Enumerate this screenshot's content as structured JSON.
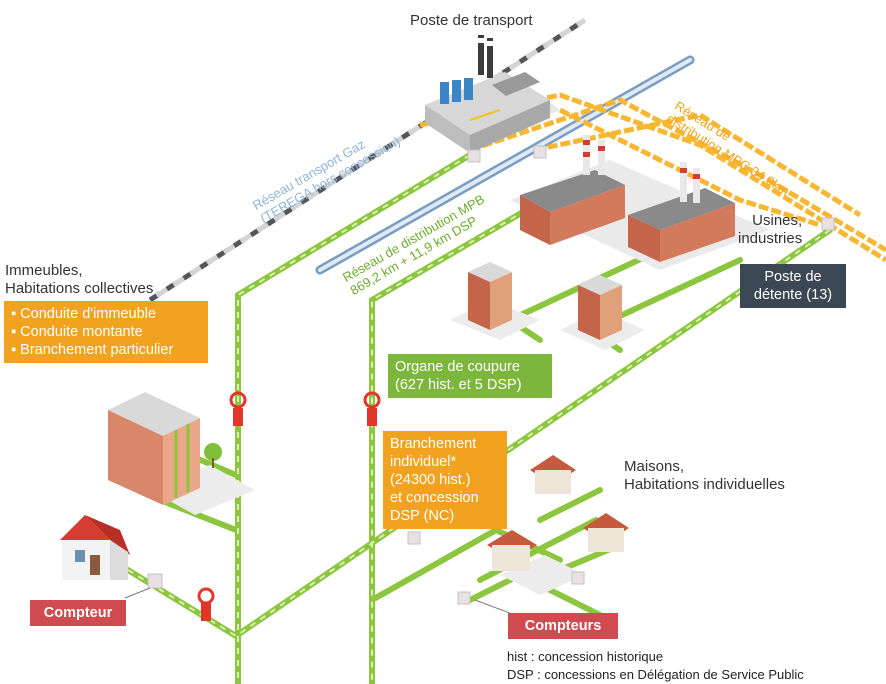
{
  "title": "Poste de transport",
  "labels": {
    "immeubles": [
      "Immeubles,",
      "Habitations collectives"
    ],
    "maisons": [
      "Maisons,",
      "Habitations individuelles"
    ],
    "usines": [
      "Usines,",
      "industries"
    ]
  },
  "network_labels": {
    "transport_gaz": [
      "Réseau transport Gaz",
      "(TEREGA hors concession)"
    ],
    "distribution_mpb": [
      "Réseau de distribution MPB",
      "869,2 km + 11,9 km DSP"
    ],
    "distribution_mpc": [
      "Réseau de",
      "distribution MPC 34,9km"
    ]
  },
  "callouts": {
    "immeuble_list": [
      "Conduite d'immeuble",
      "Conduite montante",
      "Branchement particulier"
    ],
    "organe": [
      "Organe de coupure",
      "(627 hist. et 5 DSP)"
    ],
    "branchement": [
      "Branchement",
      "individuel*",
      "(24300 hist.)",
      "et concession",
      "DSP (NC)"
    ],
    "poste_detente": [
      "Poste de",
      "détente (13)"
    ],
    "compteur": "Compteur",
    "compteurs": "Compteurs"
  },
  "legend": [
    "hist : concession historique",
    "DSP : concessions en Délégation de Service Public"
  ],
  "colors": {
    "pipe_green": "#8cc63f",
    "pipe_orange": "#f7b733",
    "transport_blue": "#a9c7e4",
    "mpb_green": "#6cad2e",
    "mpc_orange": "#f3a31b",
    "valve_red": "#e2362a",
    "brick": "#c4644a"
  }
}
